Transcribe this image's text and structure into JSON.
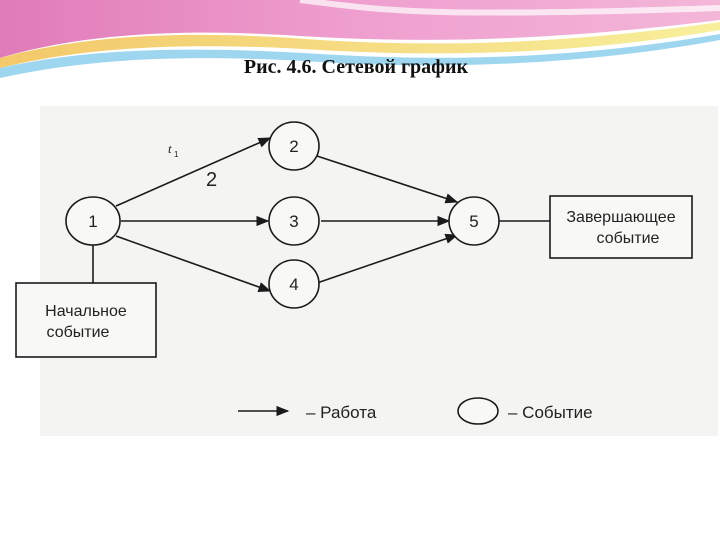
{
  "slide": {
    "title": "Рис. 4.6.  Сетевой график"
  },
  "diagram": {
    "nodes": [
      {
        "id": "1",
        "label": "1"
      },
      {
        "id": "2",
        "label": "2"
      },
      {
        "id": "3",
        "label": "3"
      },
      {
        "id": "4",
        "label": "4"
      },
      {
        "id": "5",
        "label": "5"
      }
    ],
    "edges": [
      {
        "from": "1",
        "to": "2"
      },
      {
        "from": "1",
        "to": "3"
      },
      {
        "from": "1",
        "to": "4"
      },
      {
        "from": "2",
        "to": "5"
      },
      {
        "from": "3",
        "to": "5"
      },
      {
        "from": "4",
        "to": "5"
      }
    ],
    "work_label": {
      "symbol": "t",
      "subscript": "1",
      "duration": "2"
    },
    "start_box": {
      "line1": "Начальное",
      "line2": "событие"
    },
    "end_box": {
      "line1": "Завершающее",
      "line2": "событие"
    }
  },
  "legend": {
    "work_text": "– Работа",
    "event_text": "– Событие"
  },
  "colors": {
    "banner_pink": "#e58cc0",
    "banner_yellow": "#f6e58a",
    "banner_blue": "#8fd0ee",
    "line": "#1a1a1a"
  }
}
